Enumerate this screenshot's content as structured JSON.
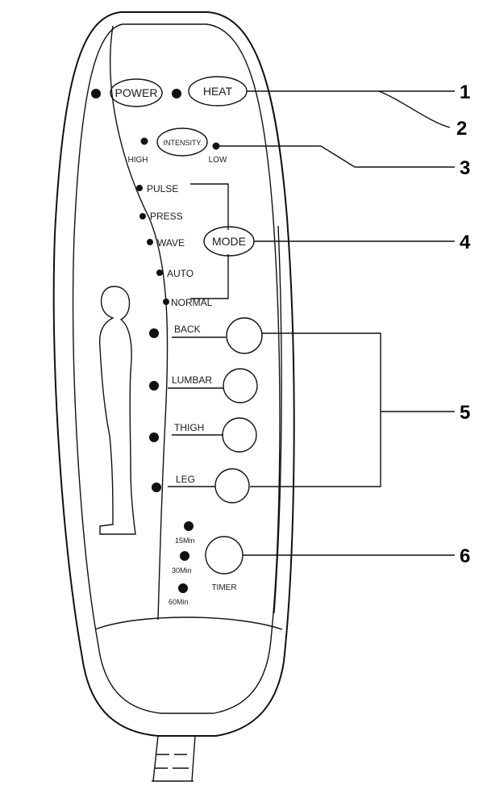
{
  "remote": {
    "buttons": {
      "power": "POWER",
      "heat": "HEAT",
      "intensity": "INTENSITY",
      "mode": "MODE",
      "timer": "TIMER"
    },
    "intensity_levels": {
      "high": "HIGH",
      "low": "LOW"
    },
    "modes": [
      "PULSE",
      "PRESS",
      "WAVE",
      "AUTO",
      "NORMAL"
    ],
    "zones": [
      "BACK",
      "LUMBAR",
      "THIGH",
      "LEG"
    ],
    "timer_options": [
      "15Min",
      "30Min",
      "60Min"
    ]
  },
  "callouts": [
    "1",
    "2",
    "3",
    "4",
    "5",
    "6"
  ],
  "colors": {
    "ink": "#111111",
    "background": "#ffffff"
  }
}
